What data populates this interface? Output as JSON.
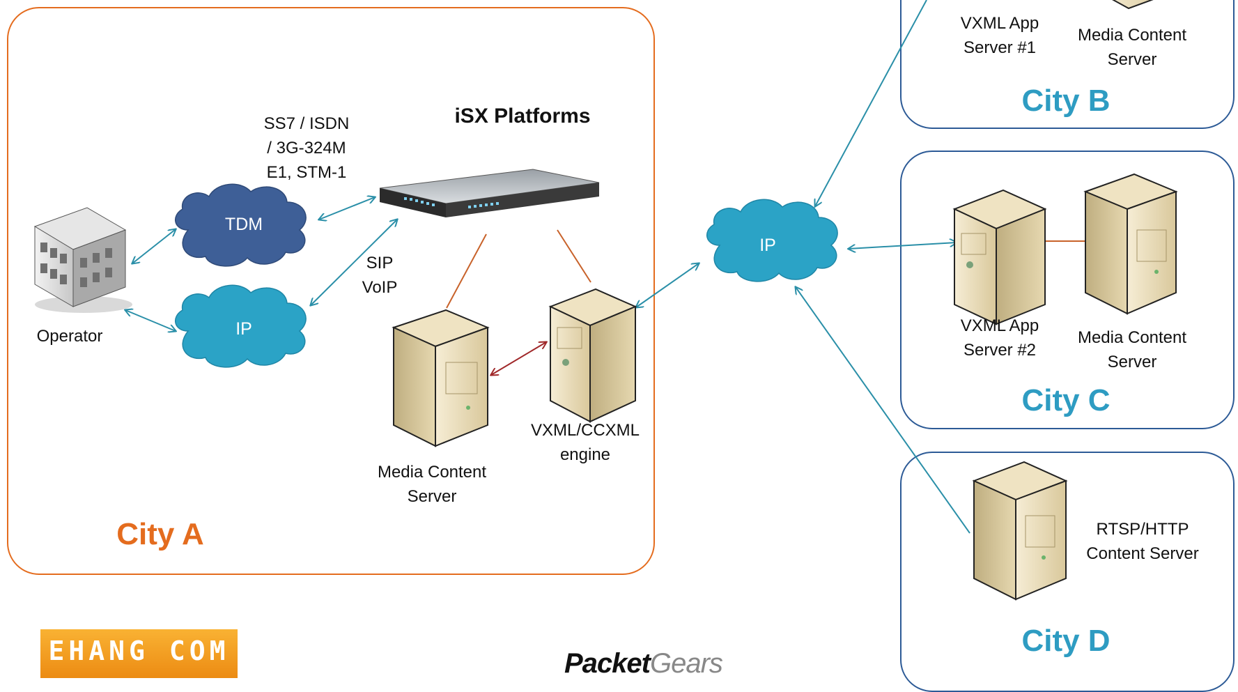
{
  "title": "iSX Platforms",
  "links_label": "SS7 / ISDN\n/ 3G-324M\nE1, STM-1",
  "sip_label": "SIP\nVoIP",
  "clouds": {
    "tdm": "TDM",
    "ip_a": "IP",
    "ip_core": "IP"
  },
  "nodes": {
    "operator": "Operator",
    "media_server_a": "Media Content\nServer",
    "vxml_engine": "VXML/CCXML\nengine",
    "vxml_app_1": "VXML App\nServer #1",
    "media_server_b": "Media Content\nServer",
    "vxml_app_2": "VXML App\nServer #2",
    "media_server_c": "Media Content\nServer",
    "rtsp_server": "RTSP/HTTP\nContent Server"
  },
  "cities": {
    "a": "City A",
    "b": "City B",
    "c": "City C",
    "d": "City D"
  },
  "logos": {
    "ehang": "EHANG COM",
    "packetgears_bold": "Packet",
    "packetgears_light": "Gears"
  },
  "colors": {
    "city_a_border": "#E46C1E",
    "city_border": "#2C5A96",
    "city_title_teal": "#2E9CC2",
    "link_teal": "#2A8FA8",
    "link_red": "#A0282A",
    "link_orange": "#C8622A",
    "cloud_tdm": "#3E5F97",
    "cloud_ip": "#2BA3C6"
  }
}
